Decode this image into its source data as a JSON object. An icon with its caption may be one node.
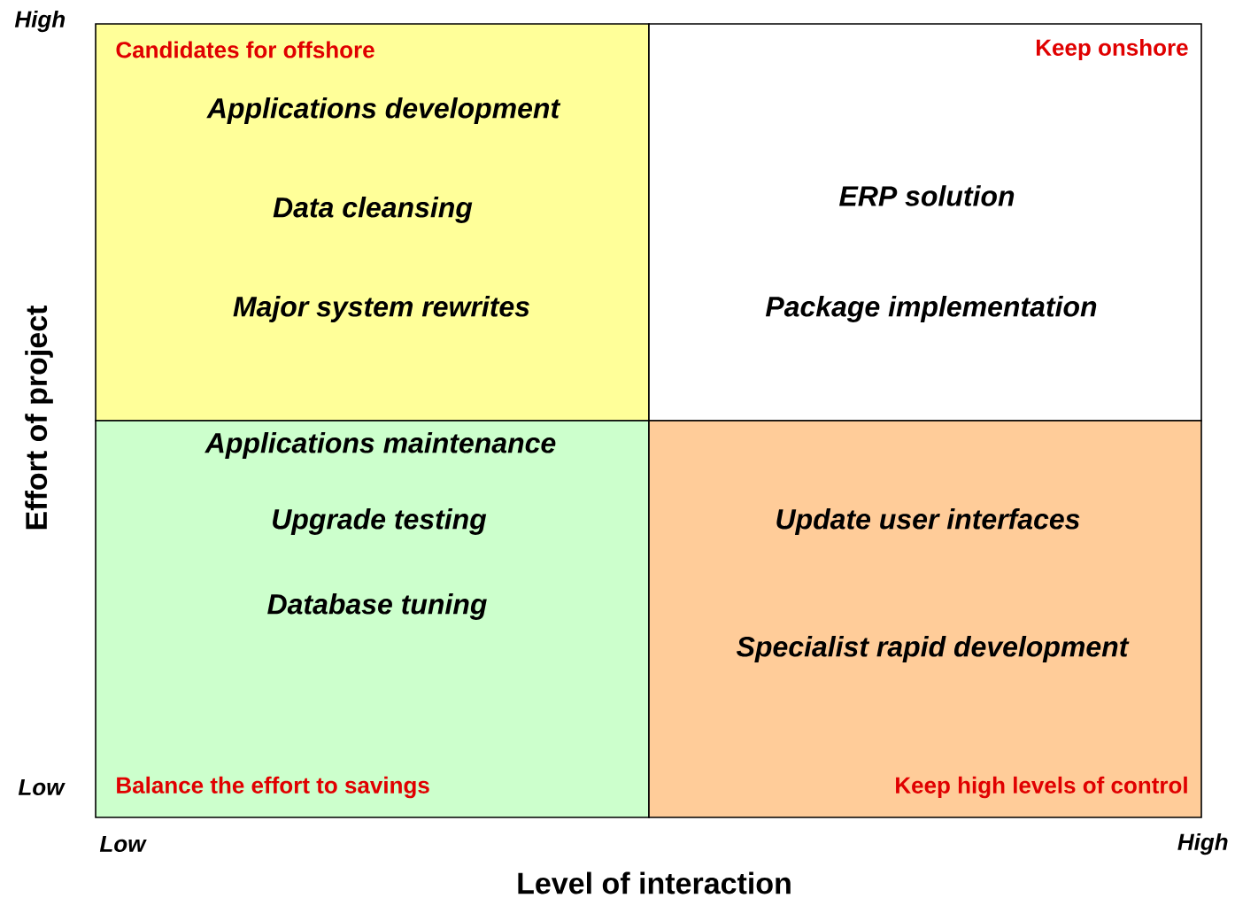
{
  "diagram": {
    "nodes": [
      {
        "text": [
          "Candidates for offshore",
          "Applications development",
          "Data cleansing",
          "Major system rewrites"
        ]
      },
      {
        "text": [
          "Keep onshore",
          "ERP solution",
          "Package implementation"
        ]
      },
      {
        "text": [
          "Applications maintenance",
          "Upgrade testing",
          "Database tuning",
          "Balance the effort to savings"
        ]
      },
      {
        "text": [
          "Update user interfaces",
          "Specialist rapid development",
          "Keep high levels of control"
        ]
      }
    ],
    "edges": [],
    "labels": [
      "High",
      "Low",
      "Low",
      "High",
      "Level of interaction",
      "Effort of project"
    ]
  }
}
